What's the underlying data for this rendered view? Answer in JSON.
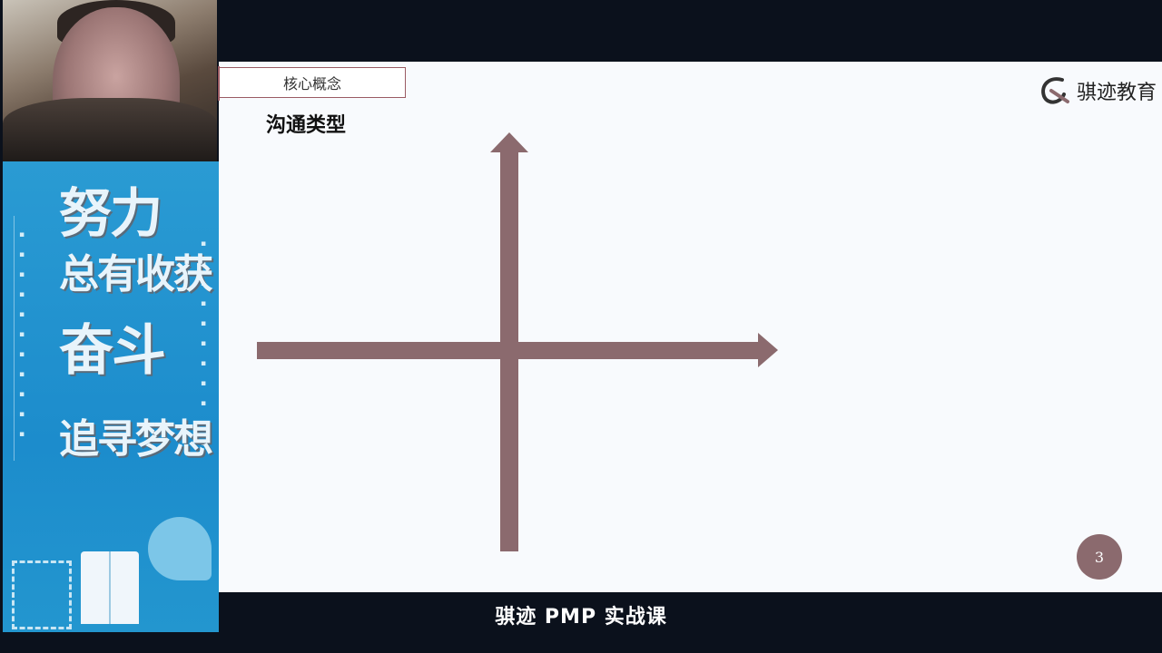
{
  "poster": {
    "line1": "努力",
    "line2": "总有收获",
    "line3": "奋斗",
    "line4": "追寻梦想"
  },
  "slide": {
    "tag": "核心概念",
    "subtitle": "沟通类型",
    "brand": "骐迹教育",
    "page_number": "3",
    "accent_color": "#8b6a6e"
  },
  "caption": "骐迹 PMP 实战课"
}
